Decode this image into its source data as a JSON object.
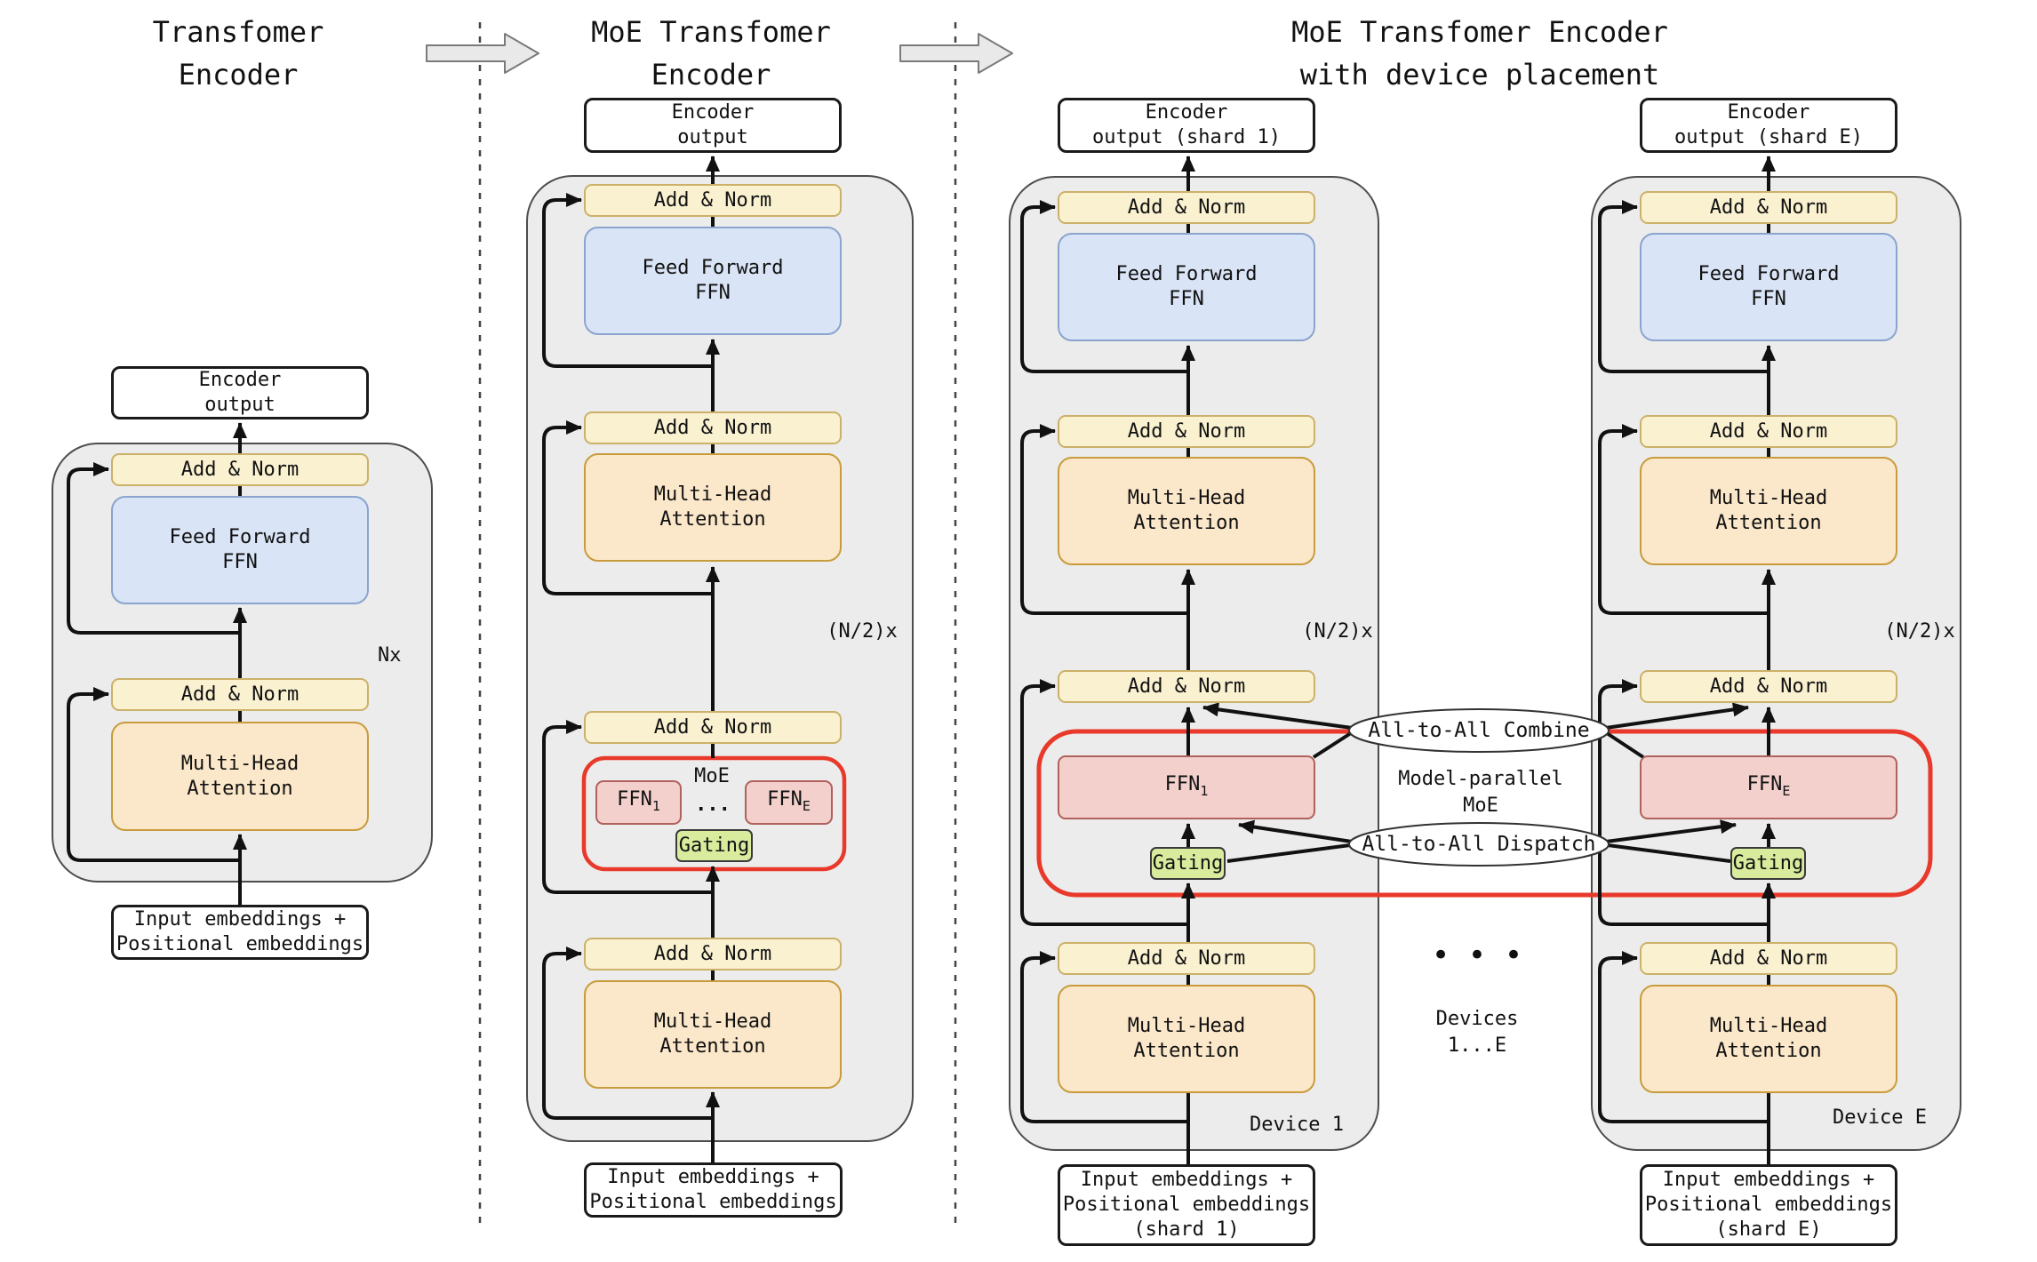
{
  "titles": {
    "left": [
      "Transfomer",
      "Encoder"
    ],
    "middle": [
      "MoE Transfomer",
      "Encoder"
    ],
    "right": [
      "MoE Transfomer Encoder",
      "with device placement"
    ]
  },
  "blocks": {
    "add_norm": "Add & Norm",
    "feed_forward": [
      "Feed Forward",
      "FFN"
    ],
    "attention": [
      "Multi-Head",
      "Attention"
    ],
    "gating": "Gating",
    "moe": "MoE",
    "ffn": "FFN",
    "sub1": "1",
    "subE": "E",
    "expert_dots": "..."
  },
  "left": {
    "output": [
      "Encoder",
      "output"
    ],
    "input": [
      "Input embeddings +",
      "Positional embeddings"
    ],
    "repeat": "Nx"
  },
  "middle": {
    "output": [
      "Encoder",
      "output"
    ],
    "input": [
      "Input embeddings +",
      "Positional embeddings"
    ],
    "repeat": "(N/2)x"
  },
  "right": {
    "device1": {
      "output": [
        "Encoder",
        "output (shard 1)"
      ],
      "input": [
        "Input embeddings +",
        "Positional embeddings",
        "(shard 1)"
      ],
      "repeat": "(N/2)x",
      "label": "Device 1"
    },
    "deviceE": {
      "output": [
        "Encoder",
        "output (shard E)"
      ],
      "input": [
        "Input embeddings +",
        "Positional embeddings",
        "(shard E)"
      ],
      "repeat": "(N/2)x",
      "label": "Device E"
    },
    "combine": "All-to-All Combine",
    "dispatch": "All-to-All Dispatch",
    "model_parallel": [
      "Model-parallel",
      "MoE"
    ],
    "devices": [
      "Devices",
      "1...E"
    ],
    "device_dots": "• • •"
  },
  "colors": {
    "moe_outline_red": "#E8392A",
    "add_norm_fill": "#FAF1D1",
    "feed_forward_fill": "#D9E4F6",
    "attention_fill": "#FBE7C9",
    "expert_fill": "#F3D0CC",
    "gating_fill": "#D9EC9E",
    "container_fill": "#ECECEC",
    "line_color": "#111111"
  }
}
